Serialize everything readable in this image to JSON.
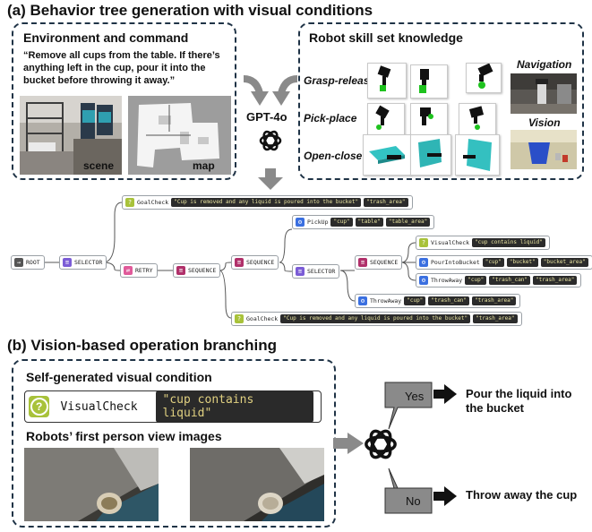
{
  "section_a": {
    "title": "(a) Behavior tree generation with visual conditions",
    "env": {
      "title": "Environment and command",
      "command": "“Remove all cups from the table. If there’s anything left in the cup, pour it into the bucket before throwing it away.”",
      "scene_label": "scene",
      "map_label": "map"
    },
    "model_label": "GPT-4o",
    "skills": {
      "title": "Robot skill set knowledge",
      "rows": [
        "Grasp-release",
        "Pick-place",
        "Open-close"
      ],
      "navigation_label": "Navigation",
      "vision_label": "Vision"
    },
    "tree": {
      "root": "ROOT",
      "selector1": "SELECTOR",
      "goal_top": {
        "name": "GoalCheck",
        "args": [
          "\"Cup is removed and any liquid is poured into the bucket\"",
          "\"trash_area\""
        ]
      },
      "retry": "RETRY",
      "sequence1": "SEQUENCE",
      "sequence2": "SEQUENCE",
      "pickup": {
        "name": "PickUp",
        "args": [
          "\"cup\"",
          "\"table\"",
          "\"table_area\""
        ]
      },
      "selector2": "SELECTOR",
      "sequence3": "SEQUENCE",
      "visualcheck": {
        "name": "VisualCheck",
        "args": [
          "\"cup contains liquid\""
        ]
      },
      "pour": {
        "name": "PourIntoBucket",
        "args": [
          "\"cup\"",
          "\"bucket\"",
          "\"bucket_area\""
        ]
      },
      "throw_inner": {
        "name": "ThrowAway",
        "args": [
          "\"cup\"",
          "\"trash_can\"",
          "\"trash_area\""
        ]
      },
      "throw_outer": {
        "name": "ThrowAway",
        "args": [
          "\"cup\"",
          "\"trash_can\"",
          "\"trash_area\""
        ]
      },
      "goal_bottom": {
        "name": "GoalCheck",
        "args": [
          "\"Cup is removed and any liquid is poured into the bucket\"",
          "\"trash_area\""
        ]
      }
    }
  },
  "section_b": {
    "title": "(b) Vision-based operation branching",
    "visual_condition_title": "Self-generated visual condition",
    "visual_check_name": "VisualCheck",
    "visual_check_arg": "\"cup contains liquid\"",
    "fpv_title": "Robots’ first person view images",
    "yes_label": "Yes",
    "no_label": "No",
    "yes_outcome": "Pour the liquid into the bucket",
    "no_outcome": "Throw away the cup"
  },
  "colors": {
    "box_border": "#1f3346",
    "selector": "#7b5cd6",
    "sequence": "#b0306a",
    "retry": "#e05a9a",
    "action": "#3a6fe0",
    "condition": "#a8c23a",
    "arrow_gray": "#8a8a8a"
  },
  "icons": [
    "openai-logo-icon",
    "question-icon",
    "arrow-icon"
  ]
}
